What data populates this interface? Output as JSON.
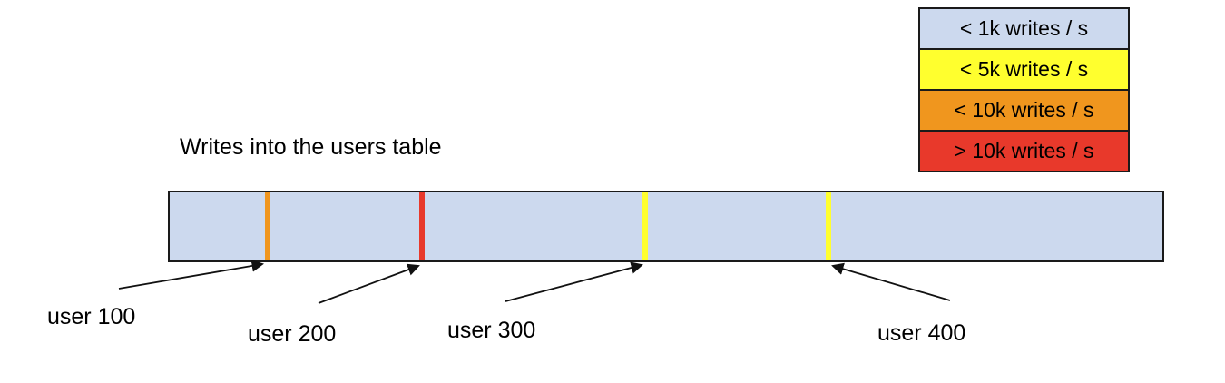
{
  "title": "Writes into the users table",
  "legend": [
    {
      "label": "< 1k writes / s",
      "color": "#ccd9ee"
    },
    {
      "label": "< 5k writes / s",
      "color": "#ffff2e"
    },
    {
      "label": "< 10k writes / s",
      "color": "#f0961e"
    },
    {
      "label": "> 10k writes / s",
      "color": "#e8392b"
    }
  ],
  "bar": {
    "fill": "#ccd9ee",
    "markers": [
      {
        "label": "user 100",
        "color": "#f0961e",
        "position_frac": 0.099
      },
      {
        "label": "user 200",
        "color": "#e8392b",
        "position_frac": 0.254
      },
      {
        "label": "user 300",
        "color": "#ffff2e",
        "position_frac": 0.479
      },
      {
        "label": "user 400",
        "color": "#ffff2e",
        "position_frac": 0.664
      }
    ]
  }
}
